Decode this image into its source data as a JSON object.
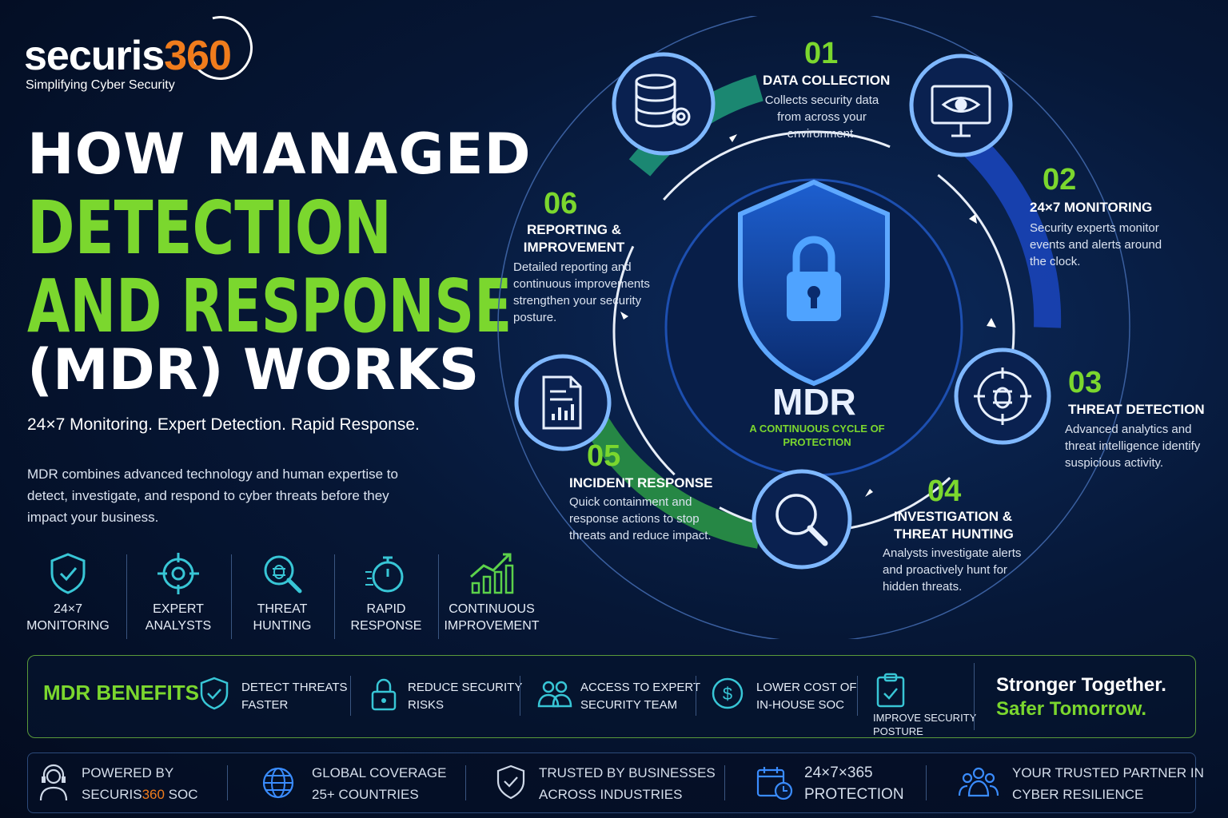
{
  "brand": {
    "name_main": "securis",
    "name_accent": "360",
    "tagline": "Simplifying Cyber Security"
  },
  "title": {
    "line1": "HOW MANAGED",
    "line2": "DETECTION",
    "line3": "AND RESPONSE",
    "line4": "(MDR) WORKS"
  },
  "subtitle": "24×7 Monitoring. Expert Detection. Rapid Response.",
  "description": "MDR combines advanced technology and human expertise to detect, investigate, and respond to cyber threats before they impact your business.",
  "features": [
    {
      "l1": "24×7",
      "l2": "MONITORING",
      "icon": "shield-check-icon"
    },
    {
      "l1": "EXPERT",
      "l2": "ANALYSTS",
      "icon": "target-icon"
    },
    {
      "l1": "THREAT",
      "l2": "HUNTING",
      "icon": "bug-search-icon"
    },
    {
      "l1": "RAPID",
      "l2": "RESPONSE",
      "icon": "stopwatch-icon"
    },
    {
      "l1": "CONTINUOUS",
      "l2": "IMPROVEMENT",
      "icon": "growth-chart-icon"
    }
  ],
  "center": {
    "title": "MDR",
    "subtitle": "A CONTINUOUS CYCLE OF PROTECTION"
  },
  "steps": [
    {
      "num": "01",
      "title": "DATA COLLECTION",
      "text": "Collects security data from across your environment.",
      "icon": "database-gear-icon"
    },
    {
      "num": "02",
      "title": "24×7 MONITORING",
      "text": "Security experts monitor events and alerts around the clock.",
      "icon": "monitor-eye-icon"
    },
    {
      "num": "03",
      "title": "THREAT DETECTION",
      "text": "Advanced analytics and threat intelligence identify suspicious activity.",
      "icon": "bug-crosshair-icon"
    },
    {
      "num": "04",
      "title": "INVESTIGATION & THREAT HUNTING",
      "text": "Analysts investigate alerts and proactively hunt for hidden threats.",
      "icon": "magnifier-icon"
    },
    {
      "num": "05",
      "title": "INCIDENT RESPONSE",
      "text": "Quick containment and response actions to stop threats and reduce impact.",
      "icon": "report-icon"
    },
    {
      "num": "06",
      "title": "REPORTING & IMPROVEMENT",
      "text": "Detailed reporting and continuous improvements strengthen your security posture.",
      "icon": "report-icon"
    }
  ],
  "benefits": {
    "title": "MDR BENEFITS",
    "items": [
      {
        "l1": "DETECT THREATS",
        "l2": "FASTER",
        "icon": "shield-check-icon"
      },
      {
        "l1": "REDUCE SECURITY",
        "l2": "RISKS",
        "icon": "lock-icon"
      },
      {
        "l1": "ACCESS TO EXPERT",
        "l2": "SECURITY TEAM",
        "icon": "team-icon"
      },
      {
        "l1": "LOWER COST OF",
        "l2": "IN-HOUSE SOC",
        "icon": "dollar-icon"
      },
      {
        "l1": "IMPROVE SECURITY",
        "l2": "POSTURE",
        "icon": "clipboard-check-icon"
      }
    ],
    "slogan1": "Stronger Together.",
    "slogan2": "Safer Tomorrow."
  },
  "footer": [
    {
      "l1": "POWERED BY",
      "l2a": "SECURIS",
      "l2b": "360",
      "l2c": " SOC",
      "icon": "headset-agent-icon"
    },
    {
      "l1": "GLOBAL COVERAGE",
      "l2": "25+ COUNTRIES",
      "icon": "globe-icon"
    },
    {
      "l1": "TRUSTED BY BUSINESSES",
      "l2": "ACROSS INDUSTRIES",
      "icon": "shield-check-icon"
    },
    {
      "l1": "24×7×365",
      "l2": "PROTECTION",
      "icon": "calendar-clock-icon"
    },
    {
      "l1": "YOUR TRUSTED PARTNER IN",
      "l2": "CYBER RESILIENCE",
      "icon": "people-icon"
    }
  ],
  "colors": {
    "accent_green": "#7bd72e",
    "accent_orange": "#f07c1c",
    "accent_blue": "#3a8cff",
    "background": "#061736"
  }
}
